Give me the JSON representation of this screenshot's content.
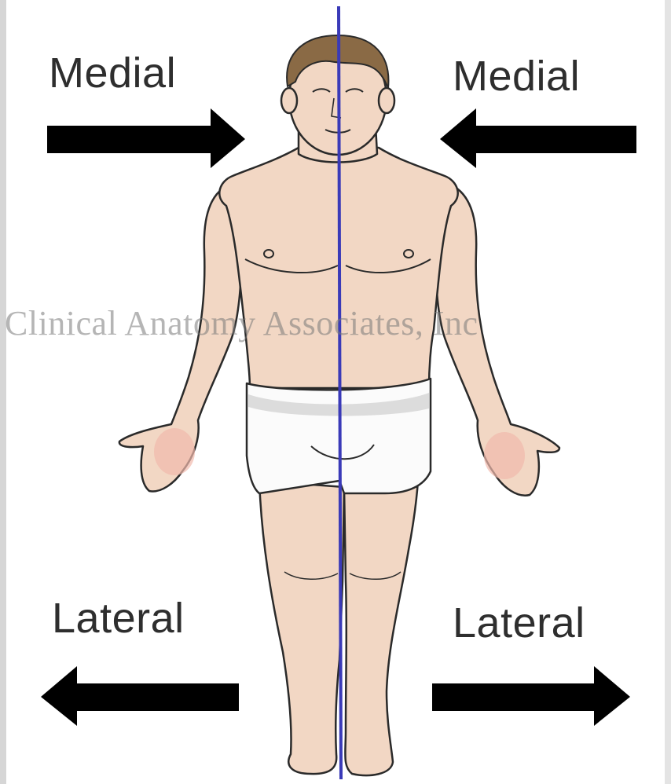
{
  "labels": {
    "medial_left": "Medial",
    "medial_right": "Medial",
    "lateral_left": "Lateral",
    "lateral_right": "Lateral"
  },
  "watermark": "Clinical Anatomy Associates, Inc",
  "colors": {
    "arrow": "#000000",
    "midline": "#3a3ab8",
    "skin": "#f2d7c4",
    "hair": "#8a6a45",
    "underwear": "#fbfbfb"
  }
}
